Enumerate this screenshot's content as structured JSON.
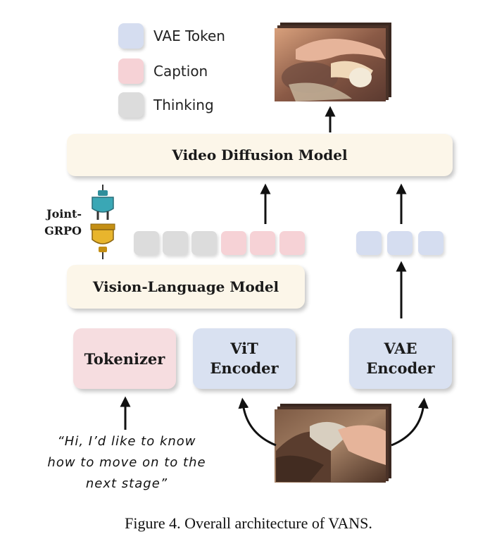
{
  "legend": [
    {
      "label": "VAE Token",
      "color": "#d5ddf0"
    },
    {
      "label": "Caption",
      "color": "#f6d2d6"
    },
    {
      "label": "Thinking",
      "color": "#dcdcdc"
    }
  ],
  "boxes": {
    "video_diffusion": "Video Diffusion Model",
    "vlm": "Vision-Language Model",
    "tokenizer": "Tokenizer",
    "vit_encoder_line1": "ViT",
    "vit_encoder_line2": "Encoder",
    "vae_encoder_line1": "VAE",
    "vae_encoder_line2": "Encoder"
  },
  "joint_grpo": {
    "line1": "Joint-",
    "line2": "GRPO",
    "icon": "plug-icon"
  },
  "quote": {
    "line1": "“Hi, I’d like to know",
    "line2": "how to move on to the",
    "line3": "next stage”"
  },
  "caption": "Figure 4. Overall architecture of VANS.",
  "colors": {
    "cream": "#fcf6e9",
    "pink": "#f6dde0",
    "blue": "#d9e1f1",
    "plug_teal": "#3aa7b5",
    "plug_gold": "#e8b52d"
  }
}
